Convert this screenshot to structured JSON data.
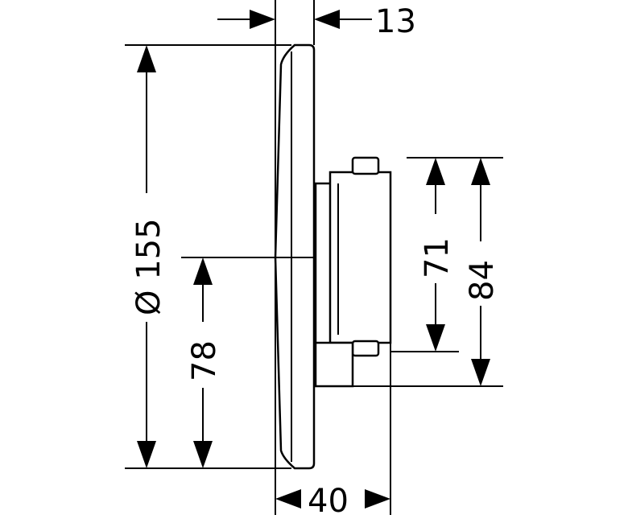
{
  "colors": {
    "line": "#000000",
    "background": "#ffffff"
  },
  "dimensions": {
    "depth_front": "13",
    "diameter": "Ø 155",
    "center_height": "78",
    "upper_offset": "71",
    "outer_offset": "84",
    "total_depth": "40"
  }
}
